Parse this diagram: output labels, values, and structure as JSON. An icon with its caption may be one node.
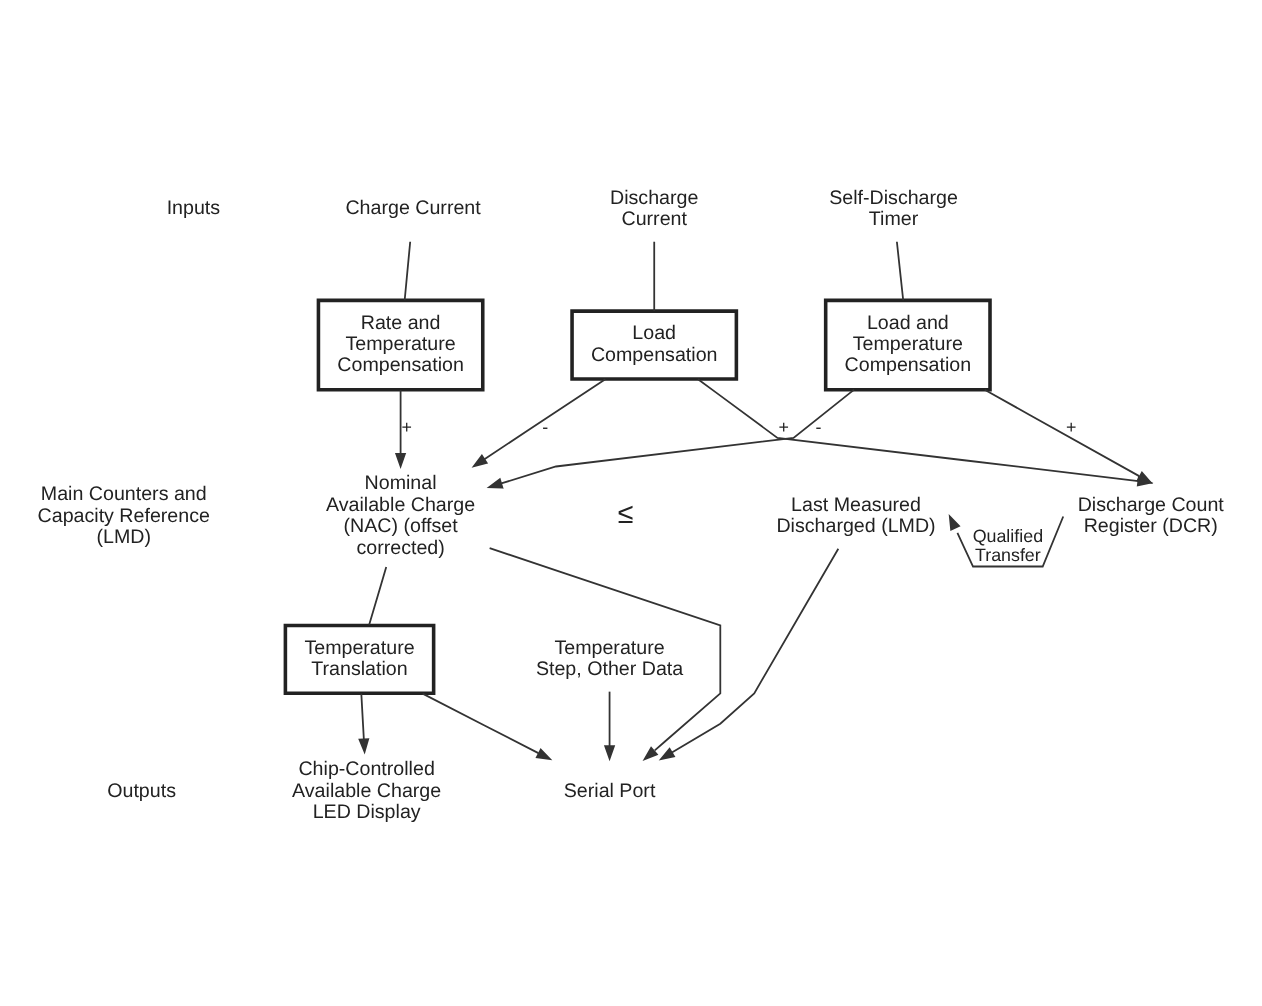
{
  "diagram": {
    "nodes": [
      {
        "text": [
          "Charge Current"
        ]
      },
      {
        "text": [
          "Discharge Current"
        ]
      },
      {
        "text": [
          "Self-Discharge Timer"
        ]
      },
      {
        "text": [
          "Rate and Temperature Compensation"
        ]
      },
      {
        "text": [
          "Load Compensation"
        ]
      },
      {
        "text": [
          "Load and Temperature Compensation"
        ]
      },
      {
        "text": [
          "Nominal Available Charge (NAC) (offset corrected)"
        ]
      },
      {
        "text": [
          "Last Measured Discharged (LMD)"
        ]
      },
      {
        "text": [
          "Discharge Count Register (DCR)"
        ]
      },
      {
        "text": [
          "Temperature Translation"
        ]
      },
      {
        "text": [
          "Temperature Step, Other Data"
        ]
      },
      {
        "text": [
          "Chip-Controlled Available Charge LED Display"
        ]
      },
      {
        "text": [
          "Serial Port"
        ]
      }
    ],
    "edges": [
      {
        "from": 0,
        "to": 3,
        "arrow": "none"
      },
      {
        "from": 1,
        "to": 4,
        "arrow": "none"
      },
      {
        "from": 2,
        "to": 5,
        "arrow": "none"
      },
      {
        "from": 3,
        "to": 6,
        "arrow": "to",
        "label": "+"
      },
      {
        "from": 4,
        "to": 6,
        "arrow": "to",
        "label": "-"
      },
      {
        "from": 5,
        "to": 6,
        "arrow": "to",
        "label": "-"
      },
      {
        "from": 4,
        "to": 8,
        "arrow": "to",
        "label": "+"
      },
      {
        "from": 5,
        "to": 8,
        "arrow": "to",
        "label": "+"
      },
      {
        "from": 8,
        "to": 7,
        "arrow": "to",
        "label": "Qualified Transfer"
      },
      {
        "from": 6,
        "to": 9,
        "arrow": "none"
      },
      {
        "from": 6,
        "to": 12,
        "arrow": "to"
      },
      {
        "from": 7,
        "to": 12,
        "arrow": "to"
      },
      {
        "from": 9,
        "to": 11,
        "arrow": "to"
      },
      {
        "from": 9,
        "to": 12,
        "arrow": "to"
      },
      {
        "from": 10,
        "to": 12,
        "arrow": "to"
      }
    ],
    "labels": [
      "Inputs",
      "Main Counters and Capacity Reference (LMD)",
      "≤",
      "Outputs"
    ]
  }
}
